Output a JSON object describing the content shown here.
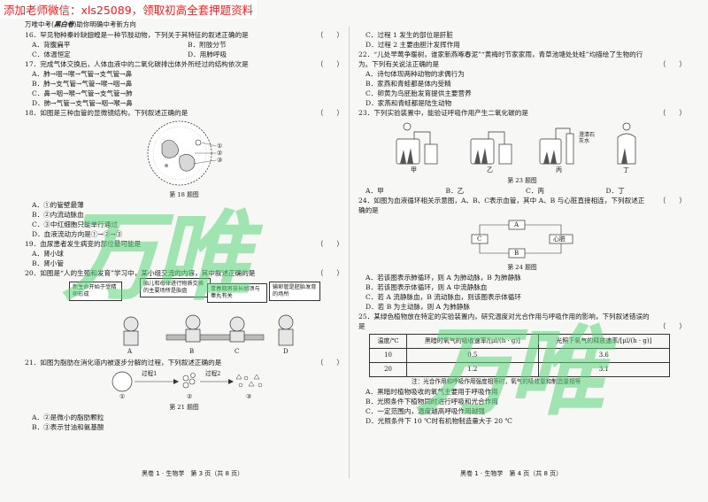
{
  "banner": "添加老师微信：xls25089，领取初高全套押题资料",
  "header": {
    "prefix": "万唯中考",
    "brand": "黑白卷",
    "suffix": "助你明确中考新方向"
  },
  "left": {
    "q16": {
      "stem": "16．罕见物种秦岭缺翅蝗是一种节肢动物，下列关于其特征的叙述正确的是",
      "paren": "（　　）",
      "A": "A．背腹扁平",
      "B": "B．附肢分节",
      "C": "C．体温恒定",
      "D": "D．用肺呼吸"
    },
    "q17": {
      "stem": "17．完成气体交换后，人体血液中的二氧化碳排出体外所经过的结构依次是",
      "paren": "（　　）",
      "A": "A．肺→咽→喉→气管→支气管→鼻",
      "B": "B．肺→支气管→气管→喉→咽→鼻",
      "C": "C．鼻→咽→喉→气管→支气管→肺",
      "D": "D．肺→气管→支气管→咽→喉→鼻"
    },
    "q18": {
      "stem": "18．如图是三种血管的显微镜结构，下列叙述正确的是",
      "paren": "（　　）",
      "caption": "第 18 题图",
      "A": "A．①的管壁最薄",
      "B": "B．②内流动脉血",
      "C": "C．③中红细胞只能单行通过",
      "D": "D．血液流动方向是①→②→③",
      "labels": [
        "①",
        "②",
        "③"
      ]
    },
    "q19": {
      "stem": "19．血尿患者发生病变的部位最可能是",
      "paren": "（　　）",
      "A": "A．肾小球",
      "B": "B．肾小管"
    },
    "q20": {
      "stem": "20．如图是“人的生殖和发育”学习中，某小组交流的内容，其中叙述正确的是",
      "paren": "（　　）",
      "bubbles": [
        "新生命开始于受精卵形成",
        "胎儿和母体进行物质交换的主要场所是胎盘",
        "青春期男孩长胡须与睾丸有关",
        "输卵管是胚胎发育的场所"
      ],
      "names": [
        "A",
        "B",
        "C",
        "D"
      ]
    },
    "q21": {
      "stem": "21．如图为脂肪在消化道内被逐步分解的过程，下列叙述正确的是",
      "paren": "（　　）",
      "p1": "过程1",
      "p2": "过程2",
      "n1": "①",
      "n2": "②",
      "n3": "③",
      "caption": "第 21 题图",
      "A": "A．②是微小的脂肪颗粒",
      "B": "B．③表示甘油和氨基酸"
    },
    "footer": "黑卷 1 · 生物学　第 3 页（共 8 页）"
  },
  "right": {
    "q21cont": {
      "C": "C．过程 1 发生的部位是肝脏",
      "D": "D．过程 2 主要由胆汁发挥作用"
    },
    "q22": {
      "stem": "22．“儿处早莺争暖树，谁家新燕啄春泥”“黄梅时节家家雨，青草池塘处处蛙”均描绘了生物的行为。下列有关说法正确的是",
      "paren": "（　　）",
      "A": "A．诗句体现两种动物的求偶行为",
      "B": "B．家燕和青蛙都是体内受精",
      "C": "C．卵黄为鸟胚胎发育提供主要营养",
      "D": "D．家燕和青蛙都是陆生动物"
    },
    "q23": {
      "stem": "23．下列实验装置中，能验证呼吸作用产生二氧化碳的是",
      "paren": "（　　）",
      "tags": [
        "甲",
        "乙",
        "丙",
        "丁"
      ],
      "limewater": "澄清石灰水",
      "caption": "第 23 题图",
      "A": "A．甲",
      "B": "B．乙",
      "C": "C．丙",
      "D": "D．丁"
    },
    "q24": {
      "stem": "24．如图为血液循环相关示意图，A、B、C表示血管，其中 A、B 与心脏直接相连，下列叙述正确的是",
      "paren": "（　　）",
      "nodes": [
        "A",
        "B",
        "C",
        "心脏"
      ],
      "caption": "第 24 题图",
      "A": "A．若该图表示肺循环，则 A 为肺动脉，B 为肺静脉",
      "B": "B．若该图表示体循环，则 A 中流静脉血",
      "C": "C．若 A 流静脉血，B 流动脉血，则该图表示体循环",
      "D": "D．若 B 为主动脉，则 A 为肺静脉"
    },
    "q25": {
      "stem": "25．某绿色植物放在特定的实验装置内，研究温度对光合作用与呼吸作用的影响，下列叙述错误的是",
      "paren": "（　　）",
      "headers": [
        "温度/℃",
        "黑暗时氧气的吸收速率/[μl/(h · g)]",
        "光照下氧气的释放速率/[μl/(h · g)]"
      ],
      "rows": [
        [
          "10",
          "0.5",
          "3.6"
        ],
        [
          "20",
          "1.2",
          "3.1"
        ]
      ],
      "note": "注：光合作用和呼吸作用强度相等时，氧气的吸收量和制造量相等",
      "A": "A．黑暗时植物吸收的氧气主要用于呼吸作用",
      "B": "B．光照条件下植物同时进行呼吸和光合作用",
      "C": "C．一定范围内，温度越高呼吸作用越强",
      "D": "D．光照条件下 10 ℃时有机物制造量大于 20 ℃"
    },
    "footer": "黑卷 1 · 生物学　第 4 页（共 8 页）"
  },
  "watermark": {
    "text": "万唯",
    "color": "#58d678"
  }
}
